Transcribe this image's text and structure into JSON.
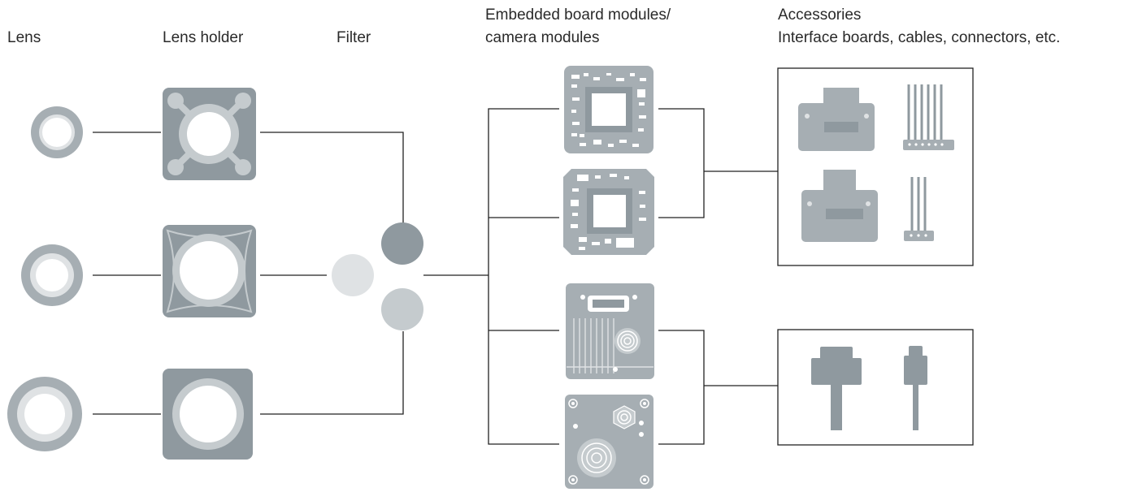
{
  "labels": {
    "lens": "Lens",
    "lens_holder": "Lens holder",
    "filter": "Filter",
    "modules_line1": "Embedded board modules/",
    "modules_line2": "camera modules",
    "accessories_line1": "Accessories",
    "accessories_line2": "Interface boards, cables, connectors, etc."
  },
  "colors": {
    "dark_grey": "#8f999f",
    "mid_grey": "#a6aeb3",
    "light_grey": "#c5cbce",
    "pale_grey": "#dfe2e4",
    "line": "#222222",
    "white": "#ffffff"
  }
}
